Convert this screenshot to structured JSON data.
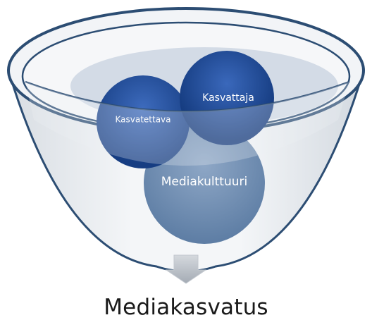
{
  "diagram": {
    "nodes": [
      {
        "id": "kasvatettava",
        "label": "Kasvatettava",
        "color": "#1f4d9c"
      },
      {
        "id": "kasvattaja",
        "label": "Kasvattaja",
        "color": "#1b4a96"
      },
      {
        "id": "mediakulttuuri",
        "label": "Mediakulttuuri",
        "color": "#6d8cb1"
      }
    ],
    "caption": "Mediakasvatus",
    "colors": {
      "funnel_outline": "#2c4d73",
      "funnel_body": "#e7ebf0",
      "inner_ellipse": "#cdd6e2",
      "arrow": "#b8bec6"
    }
  }
}
